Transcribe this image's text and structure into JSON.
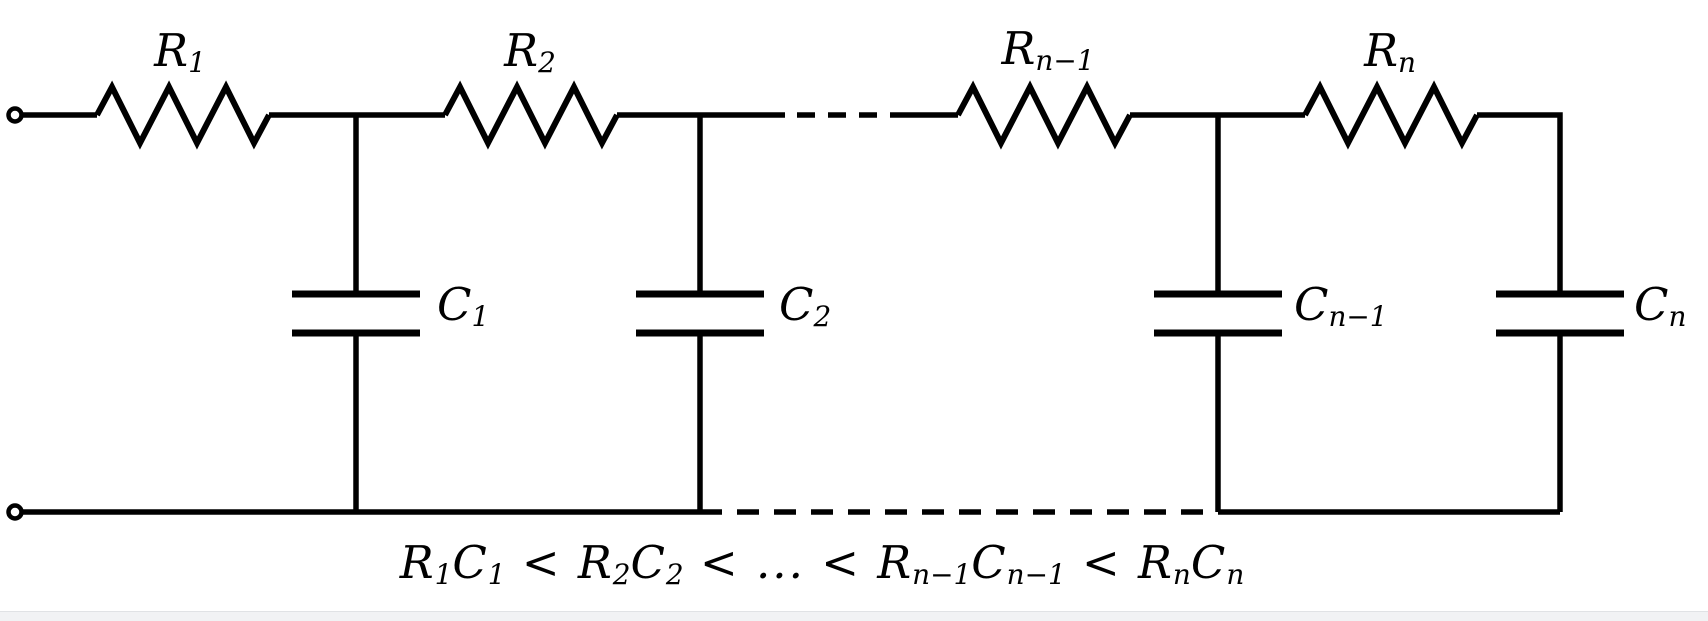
{
  "colors": {
    "background": "#ffffff",
    "stroke": "#000000",
    "bottom_strip": "#f1f2f4",
    "bottom_strip_border": "#e0e2e5"
  },
  "components": {
    "resistors": [
      {
        "base": "R",
        "sub": "1"
      },
      {
        "base": "R",
        "sub": "2"
      },
      {
        "base": "R",
        "sub": "n−1"
      },
      {
        "base": "R",
        "sub": "n"
      }
    ],
    "capacitors": [
      {
        "base": "C",
        "sub": "1"
      },
      {
        "base": "C",
        "sub": "2"
      },
      {
        "base": "C",
        "sub": "n−1"
      },
      {
        "base": "C",
        "sub": "n"
      }
    ]
  },
  "formula": {
    "plain_text": "R1C1 < R2C2 < ... < Rn−1Cn−1 < RnCn",
    "parts": [
      {
        "base": "R",
        "sub": "1"
      },
      {
        "base": "C",
        "sub": "1"
      },
      {
        "base": " < ",
        "sub": ""
      },
      {
        "base": "R",
        "sub": "2"
      },
      {
        "base": "C",
        "sub": "2"
      },
      {
        "base": " < ... < ",
        "sub": ""
      },
      {
        "base": "R",
        "sub": "n−1"
      },
      {
        "base": "C",
        "sub": "n−1"
      },
      {
        "base": " < ",
        "sub": ""
      },
      {
        "base": "R",
        "sub": "n"
      },
      {
        "base": "C",
        "sub": "n"
      }
    ]
  }
}
